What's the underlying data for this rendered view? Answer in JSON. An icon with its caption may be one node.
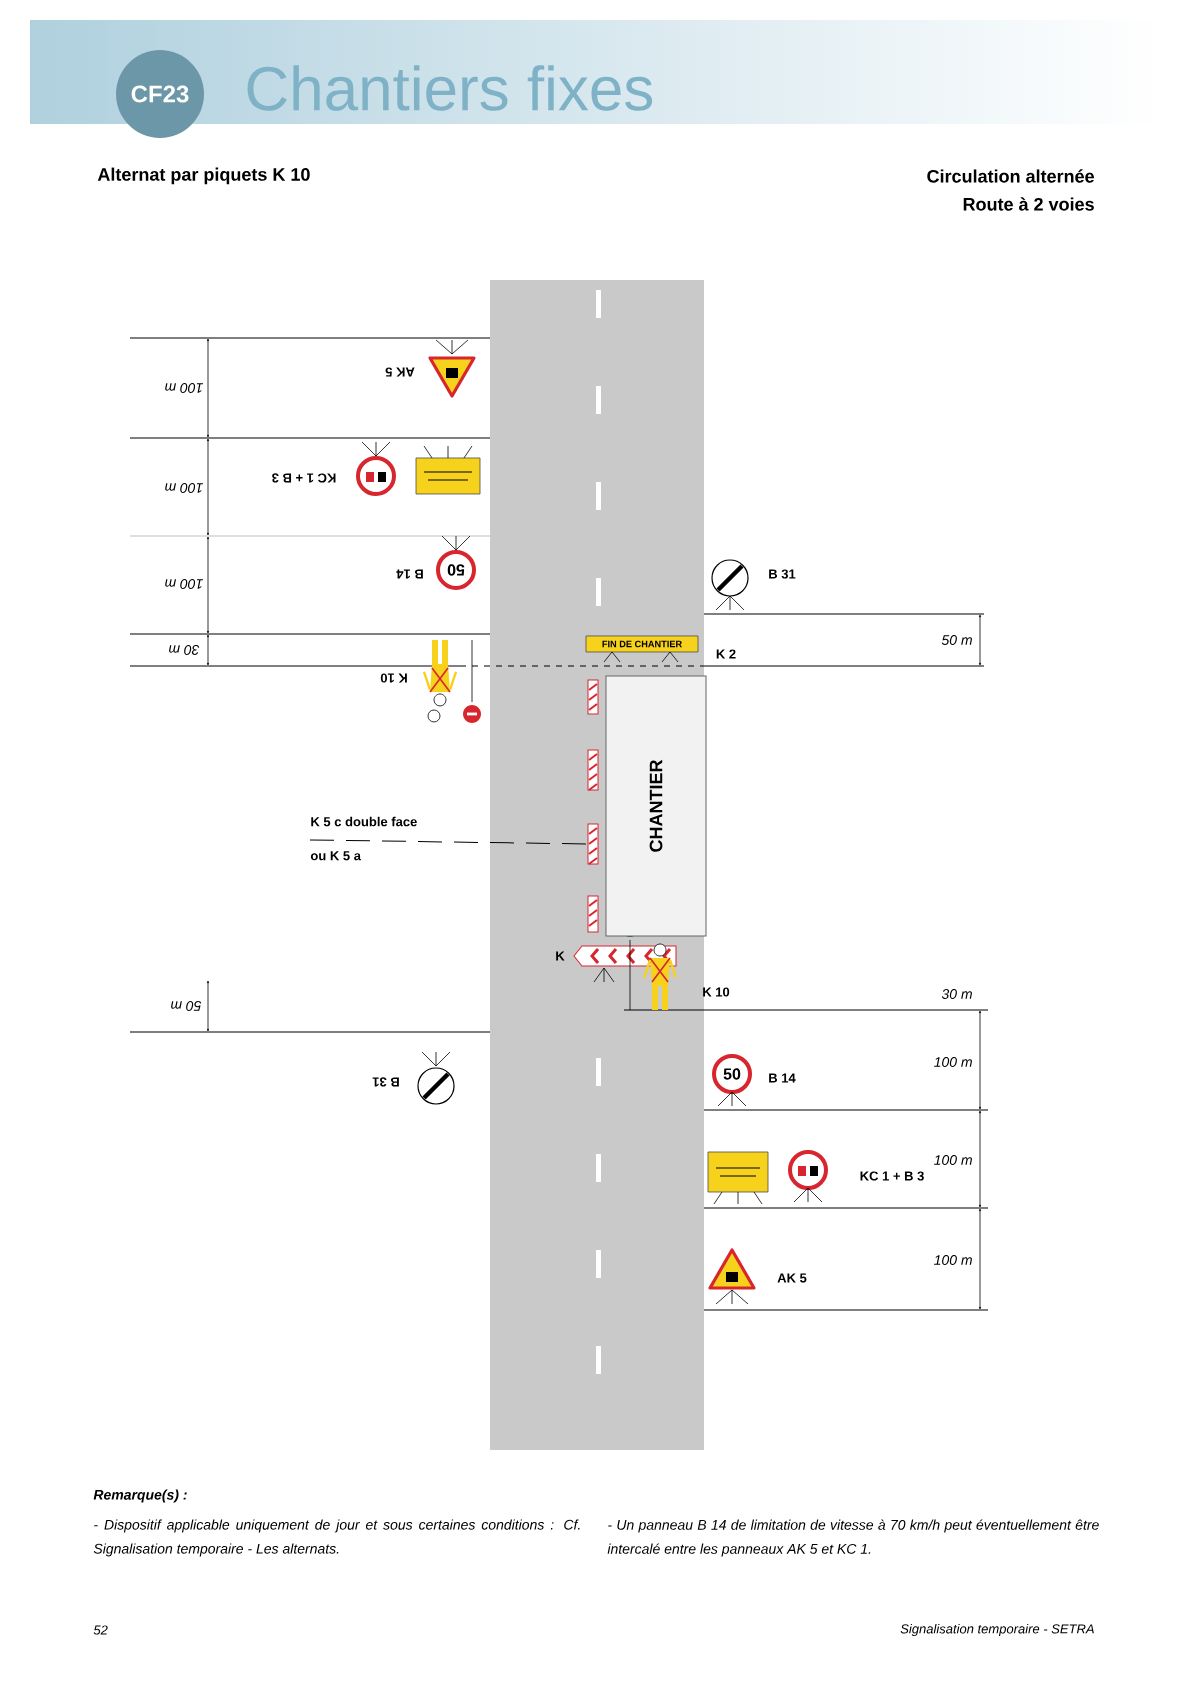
{
  "diagram": {
    "title": "Chantiers fixes",
    "nodes": [
      {
        "text": [
          "CHANTIER"
        ]
      },
      {
        "text": [
          "K 5 c double face",
          "ou K 5 a"
        ]
      },
      {
        "text": [],
        "shape": "bar"
      }
    ],
    "edges": [
      {
        "from": 1,
        "to": 2,
        "arrow": "none",
        "style": "dashed"
      }
    ],
    "labels": [
      "CF23",
      "Alternat par piquets K 10",
      "Circulation alternée",
      "Route à 2 voies",
      "AK 5",
      "100 m",
      "KC 1 + B 3",
      "100 m",
      "100 m",
      "B 14",
      "50",
      "B 31",
      "30 m",
      "FIN DE CHANTIER",
      "K 2",
      "50 m",
      "K 10",
      "K",
      "K 10",
      "30 m",
      "50 m",
      "B 31",
      "50",
      "B 14",
      "100 m",
      "100 m",
      "KC 1 + B 3",
      "100 m",
      "AK 5",
      "Remarque(s) :",
      "- Dispositif applicable uniquement de jour et sous certaines conditions : Cf. Signalisation temporaire - Les alternats.",
      "- Un panneau B 14 de limitation de vitesse à 70 km/h peut éventuellement être intercalé entre les panneaux AK 5 et KC 1.",
      "52",
      "Signalisation temporaire - SETRA"
    ]
  }
}
